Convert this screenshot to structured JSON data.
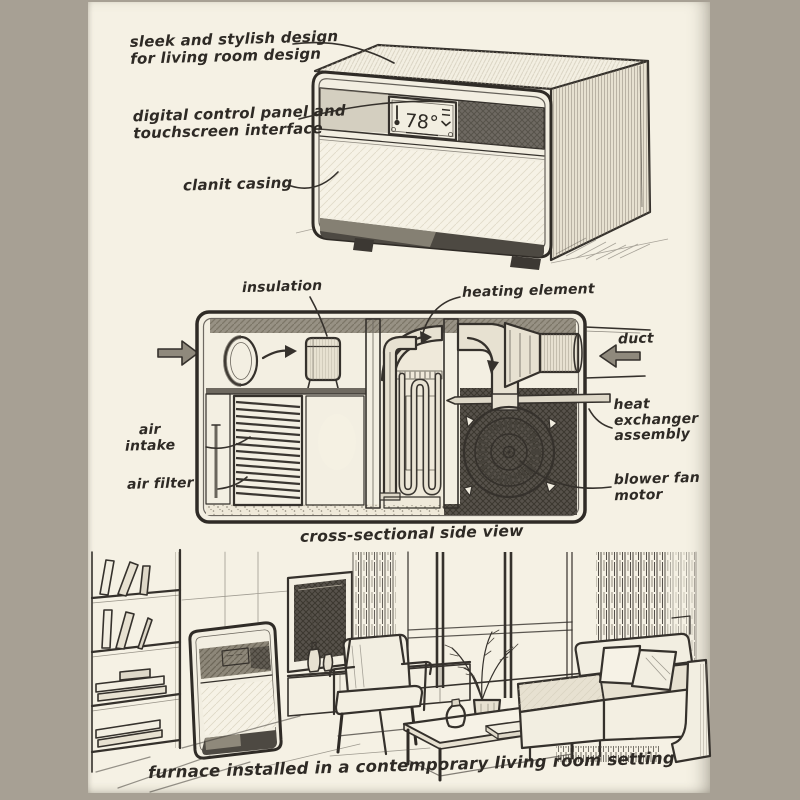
{
  "colors": {
    "backdrop": "#a7a094",
    "paper": "#f5f1e4",
    "ink": "#2e2a25",
    "shade_dark": "#4d4942"
  },
  "product_view": {
    "label_design_line1": "sleek and stylish design",
    "label_design_line2": "for living room design",
    "label_control_line1": "digital control panel and",
    "label_control_line2": "touchscreen interface",
    "label_casing": "clanit casing",
    "display_temperature": "78°"
  },
  "cross_section_view": {
    "label_insulation": "insulation",
    "label_heating_element": "heating element",
    "label_duct": "duct",
    "label_air_intake_line1": "air",
    "label_air_intake_line2": "intake",
    "label_air_filter": "air filter",
    "label_heat_exchanger_line1": "heat",
    "label_heat_exchanger_line2": "exchanger",
    "label_heat_exchanger_line3": "assembly",
    "label_blower_line1": "blower fan",
    "label_blower_line2": "motor",
    "caption": "cross-sectional side view"
  },
  "living_room_view": {
    "caption": "furnace installed in a contemporary living room setting"
  },
  "icons": {
    "thermometer_icon": "🌡",
    "menu_lines_icon": "≡",
    "chevron_down_icon": "⌄"
  }
}
